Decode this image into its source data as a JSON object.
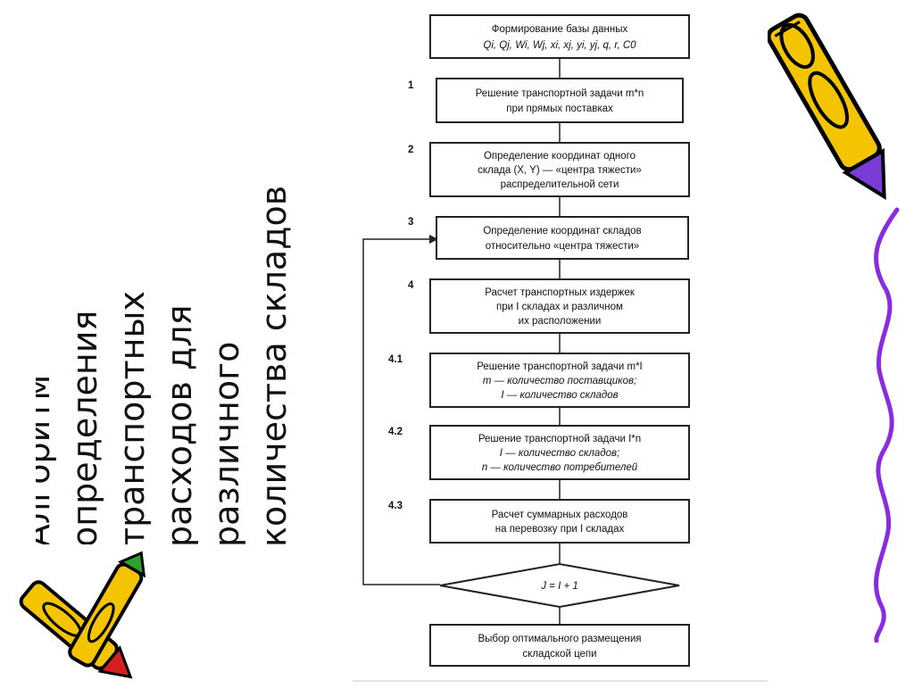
{
  "slide": {
    "title_lines": [
      "Алгоритм",
      "определения",
      "транспортных",
      "расходов для",
      "различного",
      "количества складов"
    ]
  },
  "flowchart": {
    "start_lines": [
      "Формирование базы данных",
      "Qi, Qj, Wi, Wj, xi, xj, yi, yj, q, r, C0"
    ],
    "steps": [
      {
        "num": "1",
        "lines": [
          "Решение транспортной задачи m*n",
          "при прямых поставках"
        ]
      },
      {
        "num": "2",
        "lines": [
          "Определение координат одного",
          "склада (X, Y) — «центра тяжести»",
          "распределительной сети"
        ]
      },
      {
        "num": "3",
        "lines": [
          "Определение координат складов",
          "относительно «центра тяжести»"
        ]
      },
      {
        "num": "4",
        "lines": [
          "Расчет транспортных издержек",
          "при I складах и различном",
          "их расположении"
        ]
      },
      {
        "num": "4.1",
        "lines": [
          "Решение транспортной задачи m*I",
          "m — количество поставщиков;",
          "I — количество складов"
        ]
      },
      {
        "num": "4.2",
        "lines": [
          "Решение транспортной задачи I*n",
          "I — количество складов;",
          "n — количество потребителей"
        ]
      },
      {
        "num": "4.3",
        "lines": [
          "Расчет суммарных расходов",
          "на перевозку при I складах"
        ]
      }
    ],
    "decision": "J = I + 1",
    "end_lines": [
      "Выбор оптимального размещения",
      "складской цепи"
    ]
  },
  "decor": {
    "pencil_body": "#f5c400",
    "pencil_outline": "#000000",
    "pencil_tip_purple": "#7a3bd6",
    "pencil_tip_red": "#d62020",
    "pencil_tip_green": "#2ea02e",
    "squiggle_color": "#8a2be2",
    "icons": [
      "pencil-icon",
      "pencil-icon",
      "squiggle-line"
    ]
  }
}
